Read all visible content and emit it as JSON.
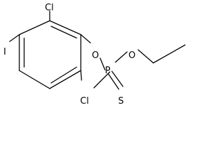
{
  "molecule": {
    "atoms": {
      "cl_top": "Cl",
      "cl_bottom": "Cl",
      "iodine": "I",
      "o_aryl": "O",
      "o_ethoxy": "O",
      "phosphorus": "P",
      "sulfur": "S"
    },
    "colors": {
      "bond": "#000000",
      "label": "#000000",
      "background": "#ffffff"
    }
  }
}
